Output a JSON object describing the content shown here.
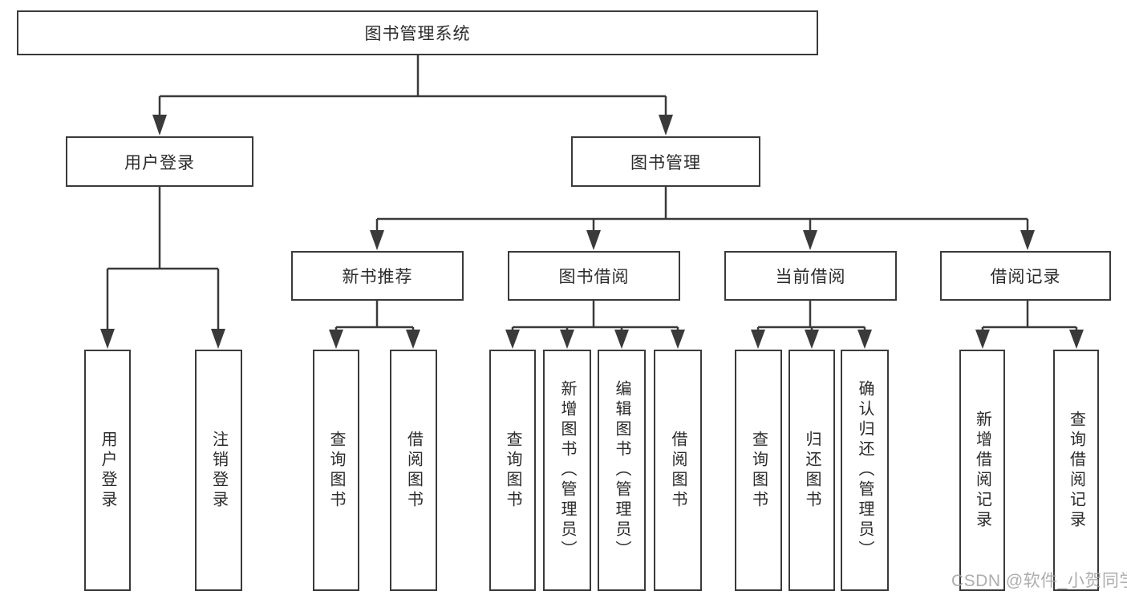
{
  "diagram": {
    "root": {
      "label": "图书管理系统"
    },
    "level1": [
      {
        "label": "用户登录"
      },
      {
        "label": "图书管理"
      }
    ],
    "level2": [
      {
        "label": "新书推荐"
      },
      {
        "label": "图书借阅"
      },
      {
        "label": "当前借阅"
      },
      {
        "label": "借阅记录"
      }
    ],
    "leaves": [
      {
        "label": "用户登录"
      },
      {
        "label": "注销登录"
      },
      {
        "label": "查询图书"
      },
      {
        "label": "借阅图书"
      },
      {
        "label": "查询图书"
      },
      {
        "label": "新增图书（管理员）"
      },
      {
        "label": "编辑图书（管理员）"
      },
      {
        "label": "借阅图书"
      },
      {
        "label": "查询图书"
      },
      {
        "label": "归还图书"
      },
      {
        "label": "确认归还（管理员）"
      },
      {
        "label": "新增借阅记录"
      },
      {
        "label": "查询借阅记录"
      }
    ]
  },
  "watermark": {
    "text": "CSDN @软件_小贺同学"
  },
  "colors": {
    "line": "#3a3a3a",
    "text": "#2b2b2b",
    "background": "#ffffff",
    "watermark": "#a4a4a4"
  }
}
